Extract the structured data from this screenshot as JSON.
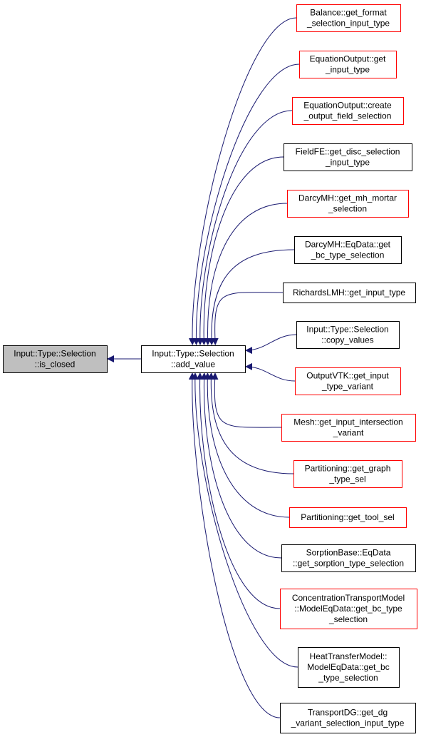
{
  "colors": {
    "edge": "#191970",
    "node_border_black": "#000000",
    "node_border_red": "#ff0000",
    "focus_fill": "#bfbfbf",
    "node_fill": "#ffffff"
  },
  "nodes": {
    "focus": {
      "lines": [
        "Input::Type::Selection",
        "::is_closed"
      ]
    },
    "center": {
      "lines": [
        "Input::Type::Selection",
        "::add_value"
      ]
    },
    "callers": [
      {
        "lines": [
          "Balance::get_format",
          "_selection_input_type"
        ],
        "status": "red"
      },
      {
        "lines": [
          "EquationOutput::get",
          "_input_type"
        ],
        "status": "red"
      },
      {
        "lines": [
          "EquationOutput::create",
          "_output_field_selection"
        ],
        "status": "red"
      },
      {
        "lines": [
          "FieldFE::get_disc_selection",
          "_input_type"
        ],
        "status": "black"
      },
      {
        "lines": [
          "DarcyMH::get_mh_mortar",
          "_selection"
        ],
        "status": "red"
      },
      {
        "lines": [
          "DarcyMH::EqData::get",
          "_bc_type_selection"
        ],
        "status": "black"
      },
      {
        "lines": [
          "RichardsLMH::get_input_type"
        ],
        "status": "black"
      },
      {
        "lines": [
          "Input::Type::Selection",
          "::copy_values"
        ],
        "status": "black"
      },
      {
        "lines": [
          "OutputVTK::get_input",
          "_type_variant"
        ],
        "status": "red"
      },
      {
        "lines": [
          "Mesh::get_input_intersection",
          "_variant"
        ],
        "status": "red"
      },
      {
        "lines": [
          "Partitioning::get_graph",
          "_type_sel"
        ],
        "status": "red"
      },
      {
        "lines": [
          "Partitioning::get_tool_sel"
        ],
        "status": "red"
      },
      {
        "lines": [
          "SorptionBase::EqData",
          "::get_sorption_type_selection"
        ],
        "status": "black"
      },
      {
        "lines": [
          "ConcentrationTransportModel",
          "::ModelEqData::get_bc_type",
          "_selection"
        ],
        "status": "red"
      },
      {
        "lines": [
          "HeatTransferModel::",
          "ModelEqData::get_bc",
          "_type_selection"
        ],
        "status": "black"
      },
      {
        "lines": [
          "TransportDG::get_dg",
          "_variant_selection_input_type"
        ],
        "status": "black"
      }
    ]
  }
}
